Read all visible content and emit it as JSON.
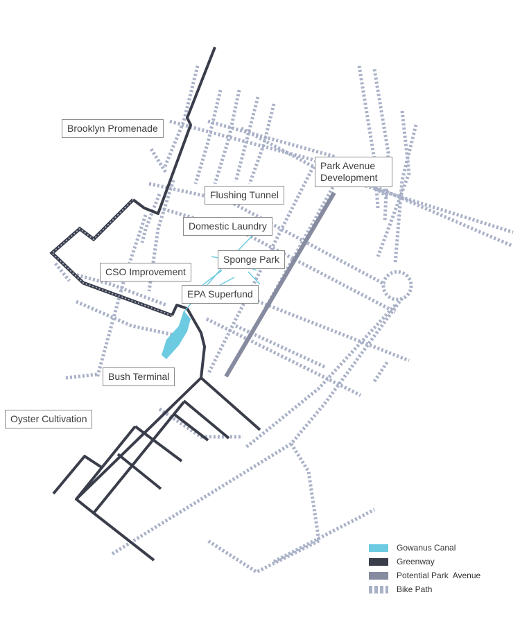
{
  "labels": {
    "brooklyn_promenade": "Brooklyn Promenade",
    "park_avenue_development": "Park Avenue Development",
    "flushing_tunnel": "Flushing Tunnel",
    "domestic_laundry": "Domestic Laundry",
    "sponge_park": "Sponge Park",
    "cso_improvement": "CSO Improvement",
    "epa_superfund": "EPA Superfund",
    "bush_terminal": "Bush Terminal",
    "oyster_cultivation": "Oyster Cultivation"
  },
  "legend": [
    {
      "key": "canal",
      "label": "Gowanus Canal",
      "color": "#6ccbe0",
      "style": "solid"
    },
    {
      "key": "greenway",
      "label": "Greenway",
      "color": "#3a3d4a",
      "style": "solid"
    },
    {
      "key": "park_avenue",
      "label": "Potential Park  Avenue",
      "color": "#878ba0",
      "style": "solid"
    },
    {
      "key": "bike",
      "label": "Bike Path",
      "color": "#a9b1c8",
      "style": "dashed"
    }
  ],
  "colors": {
    "canal": "#6ccbe0",
    "greenway": "#3a3d4a",
    "park_avenue": "#878ba0",
    "bike_path": "#a9b1c8",
    "label_border": "#8a8a8a"
  }
}
